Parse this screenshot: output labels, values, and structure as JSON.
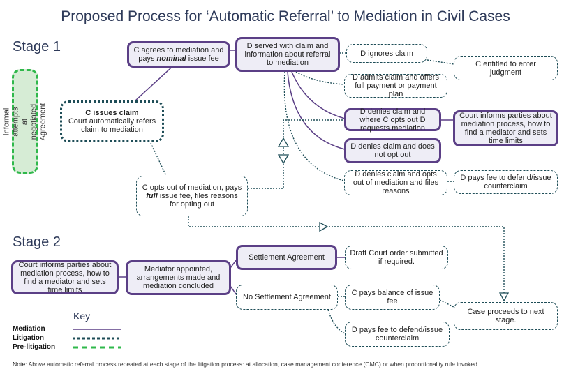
{
  "title": "Proposed Process for ‘Automatic Referral’ to Mediation in Civil Cases",
  "stage1_label": "Stage 1",
  "stage2_label": "Stage 2",
  "pre_litigation_box": "Informal attempts at negotiated Agreement",
  "stage1": {
    "c_issues_claim_heading": "C issues claim",
    "c_issues_claim_body": "Court automatically refers claim to mediation",
    "c_agrees_prefix": "C agrees to mediation and pays",
    "c_agrees_emph": "nominal",
    "c_agrees_suffix": "issue fee",
    "d_served": "D served with claim and information about referral to mediation",
    "d_ignores": "D ignores claim",
    "c_entitled": "C entitled to enter judgment",
    "d_admits": "D admits claim and offers full payment or payment plan",
    "d_denies_c_opts": "D denies claim and where C opts out D requests mediation",
    "court_informs": "Court informs parties about mediation process, how to find a mediator and sets time limits",
    "d_denies_no_opt": "D denies claim and does not opt out",
    "c_opts_prefix": "C opts out of mediation, pays",
    "c_opts_emph": "full",
    "c_opts_suffix": "issue fee, files reasons for opting out",
    "d_denies_opts_out": "D denies claim and opts out of mediation and files reasons",
    "d_pays_fee": "D pays fee to defend/issue counterclaim"
  },
  "stage2": {
    "court_informs": "Court informs parties about mediation process, how to find a mediator and sets time limits",
    "mediator_appointed": "Mediator appointed, arrangements made and mediation concluded",
    "settlement": "Settlement Agreement",
    "draft_order": "Draft Court order submitted if required.",
    "no_settlement": "No Settlement Agreement",
    "c_pays_balance": "C pays balance of issue fee",
    "d_pays_fee": "D pays fee to defend/issue counterclaim",
    "case_proceeds": "Case proceeds to next stage."
  },
  "key": {
    "title": "Key",
    "mediation": "Mediation",
    "litigation": "Litigation",
    "pre_litigation": "Pre-litigation"
  },
  "note_label": "Note:",
  "note_text": "Above automatic referral process repeated at each stage of the litigation process: at allocation, case management conference (CMC) or when proportionality rule invoked",
  "colors": {
    "mediation": "#5b3f86",
    "litigation": "#1e4d57",
    "pre_litigation": "#2fb84b",
    "mediation_fill": "#eeedf6",
    "pre_litigation_fill": "#d6ecd5"
  }
}
